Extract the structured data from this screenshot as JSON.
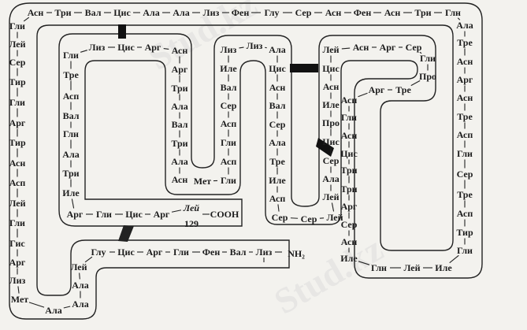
{
  "diagram": {
    "chain": [
      "Лиз",
      "Вал",
      "Фен",
      "Гли",
      "Арг",
      "Цис",
      "Глу",
      "Лей",
      "Ала",
      "Ала",
      "Ала",
      "Мет",
      "Лиз",
      "Арг",
      "Гис",
      "Гли",
      "Лей",
      "Асп",
      "Асн",
      "Тир",
      "Арг",
      "Гли",
      "Тир",
      "Сер",
      "Лей",
      "Гли",
      "Асн",
      "Три",
      "Вал",
      "Цис",
      "Ала",
      "Ала",
      "Лиз",
      "Фен",
      "Глу",
      "Сер",
      "Асн",
      "Фен",
      "Асн",
      "Три",
      "Глн",
      "Ала",
      "Тре",
      "Асн",
      "Арг",
      "Асн",
      "Тре",
      "Асп",
      "Гли",
      "Сер",
      "Тре",
      "Асп",
      "Тир",
      "Гли",
      "Иле",
      "Лей",
      "Глн",
      "Иле",
      "Асн",
      "Сер",
      "Арг",
      "Три",
      "Три",
      "Цис",
      "Асн",
      "Гли",
      "Асп",
      "Арг",
      "Тре",
      "Про",
      "Гли",
      "Сер",
      "Арг",
      "Асн",
      "Лей",
      "Цис",
      "Асн",
      "Иле",
      "Про",
      "Цис",
      "Сер",
      "Ала",
      "Лей",
      "Лей",
      "Сер",
      "Сер",
      "Асп",
      "Иле",
      "Тре",
      "Ала",
      "Сер",
      "Вал",
      "Асн",
      "Цис",
      "Ала",
      "Лиз",
      "Лиз",
      "Иле",
      "Вал",
      "Сер",
      "Асп",
      "Гли",
      "Асп",
      "Гли",
      "Мет",
      "Асн",
      "Ала",
      "Три",
      "Вал",
      "Ала",
      "Три",
      "Арг",
      "Асн",
      "Арг",
      "Цис",
      "Лиз",
      "Гли",
      "Тре",
      "Асп",
      "Вал",
      "Глн",
      "Ала",
      "Три",
      "Иле",
      "Арг",
      "Гли",
      "Цис",
      "Арг",
      "Лей"
    ],
    "n_terminus": "NH₂",
    "c_terminus": "COOH",
    "last_residue_number": "129",
    "watermark": "Stud.kz"
  }
}
